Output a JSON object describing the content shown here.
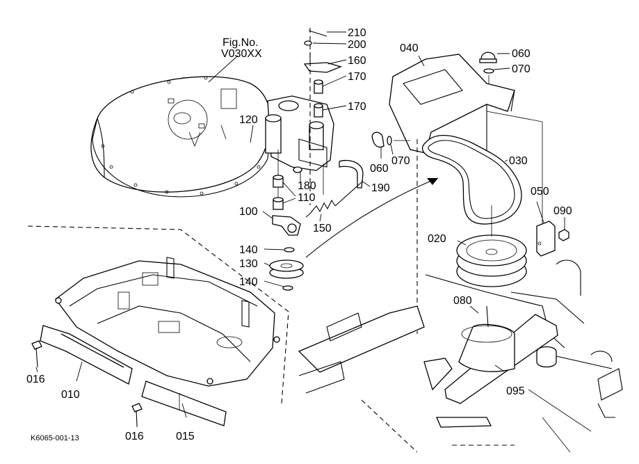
{
  "figure": {
    "fig_no_label": "Fig.No.",
    "fig_no_value": "V030XX",
    "drawing_code": "K6065-001-13"
  },
  "callouts": [
    {
      "id": "c210",
      "text": "210"
    },
    {
      "id": "c200",
      "text": "200"
    },
    {
      "id": "c160",
      "text": "160"
    },
    {
      "id": "c170a",
      "text": "170"
    },
    {
      "id": "c170b",
      "text": "170"
    },
    {
      "id": "c120",
      "text": "120"
    },
    {
      "id": "c180",
      "text": "180"
    },
    {
      "id": "c110",
      "text": "110"
    },
    {
      "id": "c190",
      "text": "190"
    },
    {
      "id": "c100",
      "text": "100"
    },
    {
      "id": "c150",
      "text": "150"
    },
    {
      "id": "c140a",
      "text": "140"
    },
    {
      "id": "c130",
      "text": "130"
    },
    {
      "id": "c140b",
      "text": "140"
    },
    {
      "id": "c040",
      "text": "040"
    },
    {
      "id": "c060a",
      "text": "060"
    },
    {
      "id": "c070a",
      "text": "070"
    },
    {
      "id": "c060b",
      "text": "060"
    },
    {
      "id": "c070b",
      "text": "070"
    },
    {
      "id": "c030",
      "text": "030"
    },
    {
      "id": "c050",
      "text": "050"
    },
    {
      "id": "c090",
      "text": "090"
    },
    {
      "id": "c020",
      "text": "020"
    },
    {
      "id": "c080",
      "text": "080"
    },
    {
      "id": "c095",
      "text": "095"
    },
    {
      "id": "c016a",
      "text": "016"
    },
    {
      "id": "c010",
      "text": "010"
    },
    {
      "id": "c016b",
      "text": "016"
    },
    {
      "id": "c015",
      "text": "015"
    }
  ]
}
